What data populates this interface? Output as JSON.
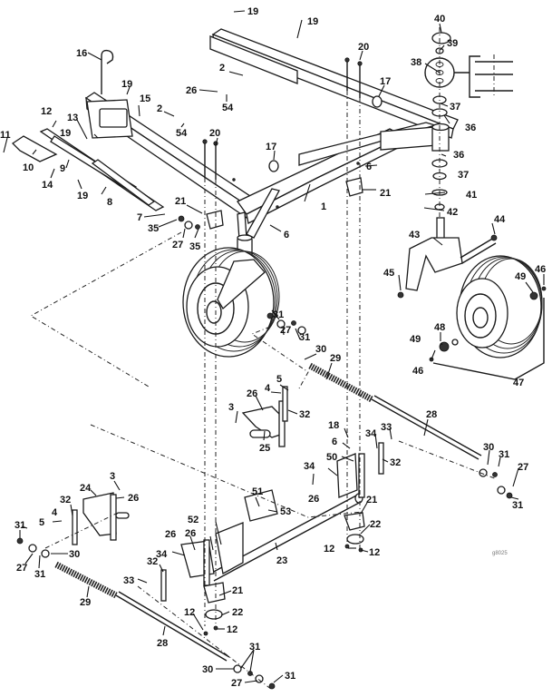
{
  "diagram": {
    "type": "exploded-parts-diagram",
    "subject": "Front frame, caster wheel and steering linkage assembly",
    "figure_code": "g8025",
    "callouts": [
      {
        "id": "c19a",
        "label": "19"
      },
      {
        "id": "c19b",
        "label": "19"
      },
      {
        "id": "c40",
        "label": "40"
      },
      {
        "id": "c39",
        "label": "39"
      },
      {
        "id": "c38",
        "label": "38"
      },
      {
        "id": "c16",
        "label": "16"
      },
      {
        "id": "c20a",
        "label": "20"
      },
      {
        "id": "c2a",
        "label": "2"
      },
      {
        "id": "c19c",
        "label": "19"
      },
      {
        "id": "c15",
        "label": "15"
      },
      {
        "id": "c26a",
        "label": "26"
      },
      {
        "id": "c17a",
        "label": "17"
      },
      {
        "id": "c54a",
        "label": "54"
      },
      {
        "id": "c2b",
        "label": "2"
      },
      {
        "id": "c37a",
        "label": "37"
      },
      {
        "id": "c12a",
        "label": "12"
      },
      {
        "id": "c13",
        "label": "13"
      },
      {
        "id": "c54b",
        "label": "54"
      },
      {
        "id": "c36a",
        "label": "36"
      },
      {
        "id": "c11",
        "label": "11"
      },
      {
        "id": "c19d",
        "label": "19"
      },
      {
        "id": "c20b",
        "label": "20"
      },
      {
        "id": "c17b",
        "label": "17"
      },
      {
        "id": "c36b",
        "label": "36"
      },
      {
        "id": "c10",
        "label": "10"
      },
      {
        "id": "c9",
        "label": "9"
      },
      {
        "id": "c6a",
        "label": "6"
      },
      {
        "id": "c37b",
        "label": "37"
      },
      {
        "id": "c14",
        "label": "14"
      },
      {
        "id": "c19e",
        "label": "19"
      },
      {
        "id": "c1",
        "label": "1"
      },
      {
        "id": "c41",
        "label": "41"
      },
      {
        "id": "c8",
        "label": "8"
      },
      {
        "id": "c21a",
        "label": "21"
      },
      {
        "id": "c21b",
        "label": "21"
      },
      {
        "id": "c42",
        "label": "42"
      },
      {
        "id": "c7",
        "label": "7"
      },
      {
        "id": "c44",
        "label": "44"
      },
      {
        "id": "c35a",
        "label": "35"
      },
      {
        "id": "c6b",
        "label": "6"
      },
      {
        "id": "c43",
        "label": "43"
      },
      {
        "id": "c27a",
        "label": "27"
      },
      {
        "id": "c35b",
        "label": "35"
      },
      {
        "id": "c46a",
        "label": "46"
      },
      {
        "id": "c45",
        "label": "45"
      },
      {
        "id": "c49a",
        "label": "49"
      },
      {
        "id": "c31a",
        "label": "31"
      },
      {
        "id": "c27b",
        "label": "27"
      },
      {
        "id": "c31b",
        "label": "31"
      },
      {
        "id": "c48",
        "label": "48"
      },
      {
        "id": "c30a",
        "label": "30"
      },
      {
        "id": "c49b",
        "label": "49"
      },
      {
        "id": "c29a",
        "label": "29"
      },
      {
        "id": "c46b",
        "label": "46"
      },
      {
        "id": "c47",
        "label": "47"
      },
      {
        "id": "c5a",
        "label": "5"
      },
      {
        "id": "c4a",
        "label": "4"
      },
      {
        "id": "c26b",
        "label": "26"
      },
      {
        "id": "c32a",
        "label": "32"
      },
      {
        "id": "c3a",
        "label": "3"
      },
      {
        "id": "c28a",
        "label": "28"
      },
      {
        "id": "c25",
        "label": "25"
      },
      {
        "id": "c18",
        "label": "18"
      },
      {
        "id": "c33a",
        "label": "33"
      },
      {
        "id": "c6c",
        "label": "6"
      },
      {
        "id": "c34a",
        "label": "34"
      },
      {
        "id": "c50",
        "label": "50"
      },
      {
        "id": "c32b",
        "label": "32"
      },
      {
        "id": "c30b",
        "label": "30"
      },
      {
        "id": "c31c",
        "label": "31"
      },
      {
        "id": "c34b",
        "label": "34"
      },
      {
        "id": "c27c",
        "label": "27"
      },
      {
        "id": "c26c",
        "label": "26"
      },
      {
        "id": "c3b",
        "label": "3"
      },
      {
        "id": "c24",
        "label": "24"
      },
      {
        "id": "c26d",
        "label": "26"
      },
      {
        "id": "c21c",
        "label": "21"
      },
      {
        "id": "c51",
        "label": "51"
      },
      {
        "id": "c31d",
        "label": "31"
      },
      {
        "id": "c32c",
        "label": "32"
      },
      {
        "id": "c53",
        "label": "53"
      },
      {
        "id": "c22a",
        "label": "22"
      },
      {
        "id": "c5b",
        "label": "5"
      },
      {
        "id": "c4b",
        "label": "4"
      },
      {
        "id": "c52",
        "label": "52"
      },
      {
        "id": "c12b",
        "label": "12"
      },
      {
        "id": "c12c",
        "label": "12"
      },
      {
        "id": "c26e",
        "label": "26"
      },
      {
        "id": "c26f",
        "label": "26"
      },
      {
        "id": "c31e",
        "label": "31"
      },
      {
        "id": "c30c",
        "label": "30"
      },
      {
        "id": "c23",
        "label": "23"
      },
      {
        "id": "c27d",
        "label": "27"
      },
      {
        "id": "c34c",
        "label": "34"
      },
      {
        "id": "c31f",
        "label": "31"
      },
      {
        "id": "c33b",
        "label": "33"
      },
      {
        "id": "c32d",
        "label": "32"
      },
      {
        "id": "c21d",
        "label": "21"
      },
      {
        "id": "c29b",
        "label": "29"
      },
      {
        "id": "c22b",
        "label": "22"
      },
      {
        "id": "c12d",
        "label": "12"
      },
      {
        "id": "c12e",
        "label": "12"
      },
      {
        "id": "c28b",
        "label": "28"
      },
      {
        "id": "c31g",
        "label": "31"
      },
      {
        "id": "c30d",
        "label": "30"
      },
      {
        "id": "c27e",
        "label": "27"
      },
      {
        "id": "c31h",
        "label": "31"
      }
    ]
  }
}
